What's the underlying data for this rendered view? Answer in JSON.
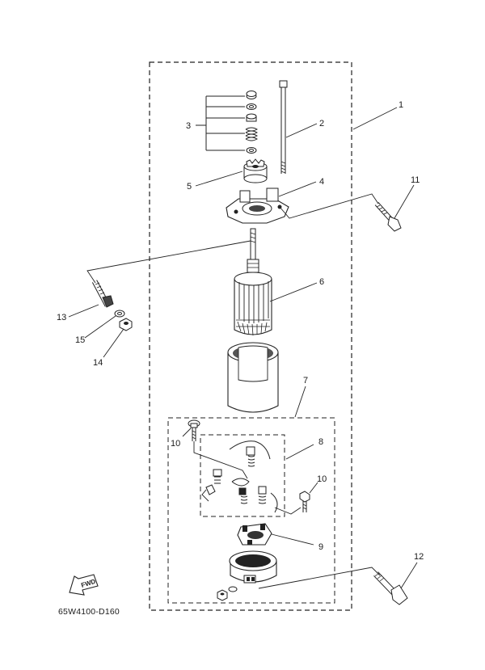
{
  "diagram": {
    "drawing_code": "65W4100-D160",
    "fwd_label": "FWD",
    "callouts": {
      "c1": "1",
      "c2": "2",
      "c3": "3",
      "c4": "4",
      "c5": "5",
      "c6": "6",
      "c7": "7",
      "c8": "8",
      "c9": "9",
      "c10a": "10",
      "c10b": "10",
      "c11": "11",
      "c12": "12",
      "c13": "13",
      "c14": "14",
      "c15": "15"
    }
  }
}
